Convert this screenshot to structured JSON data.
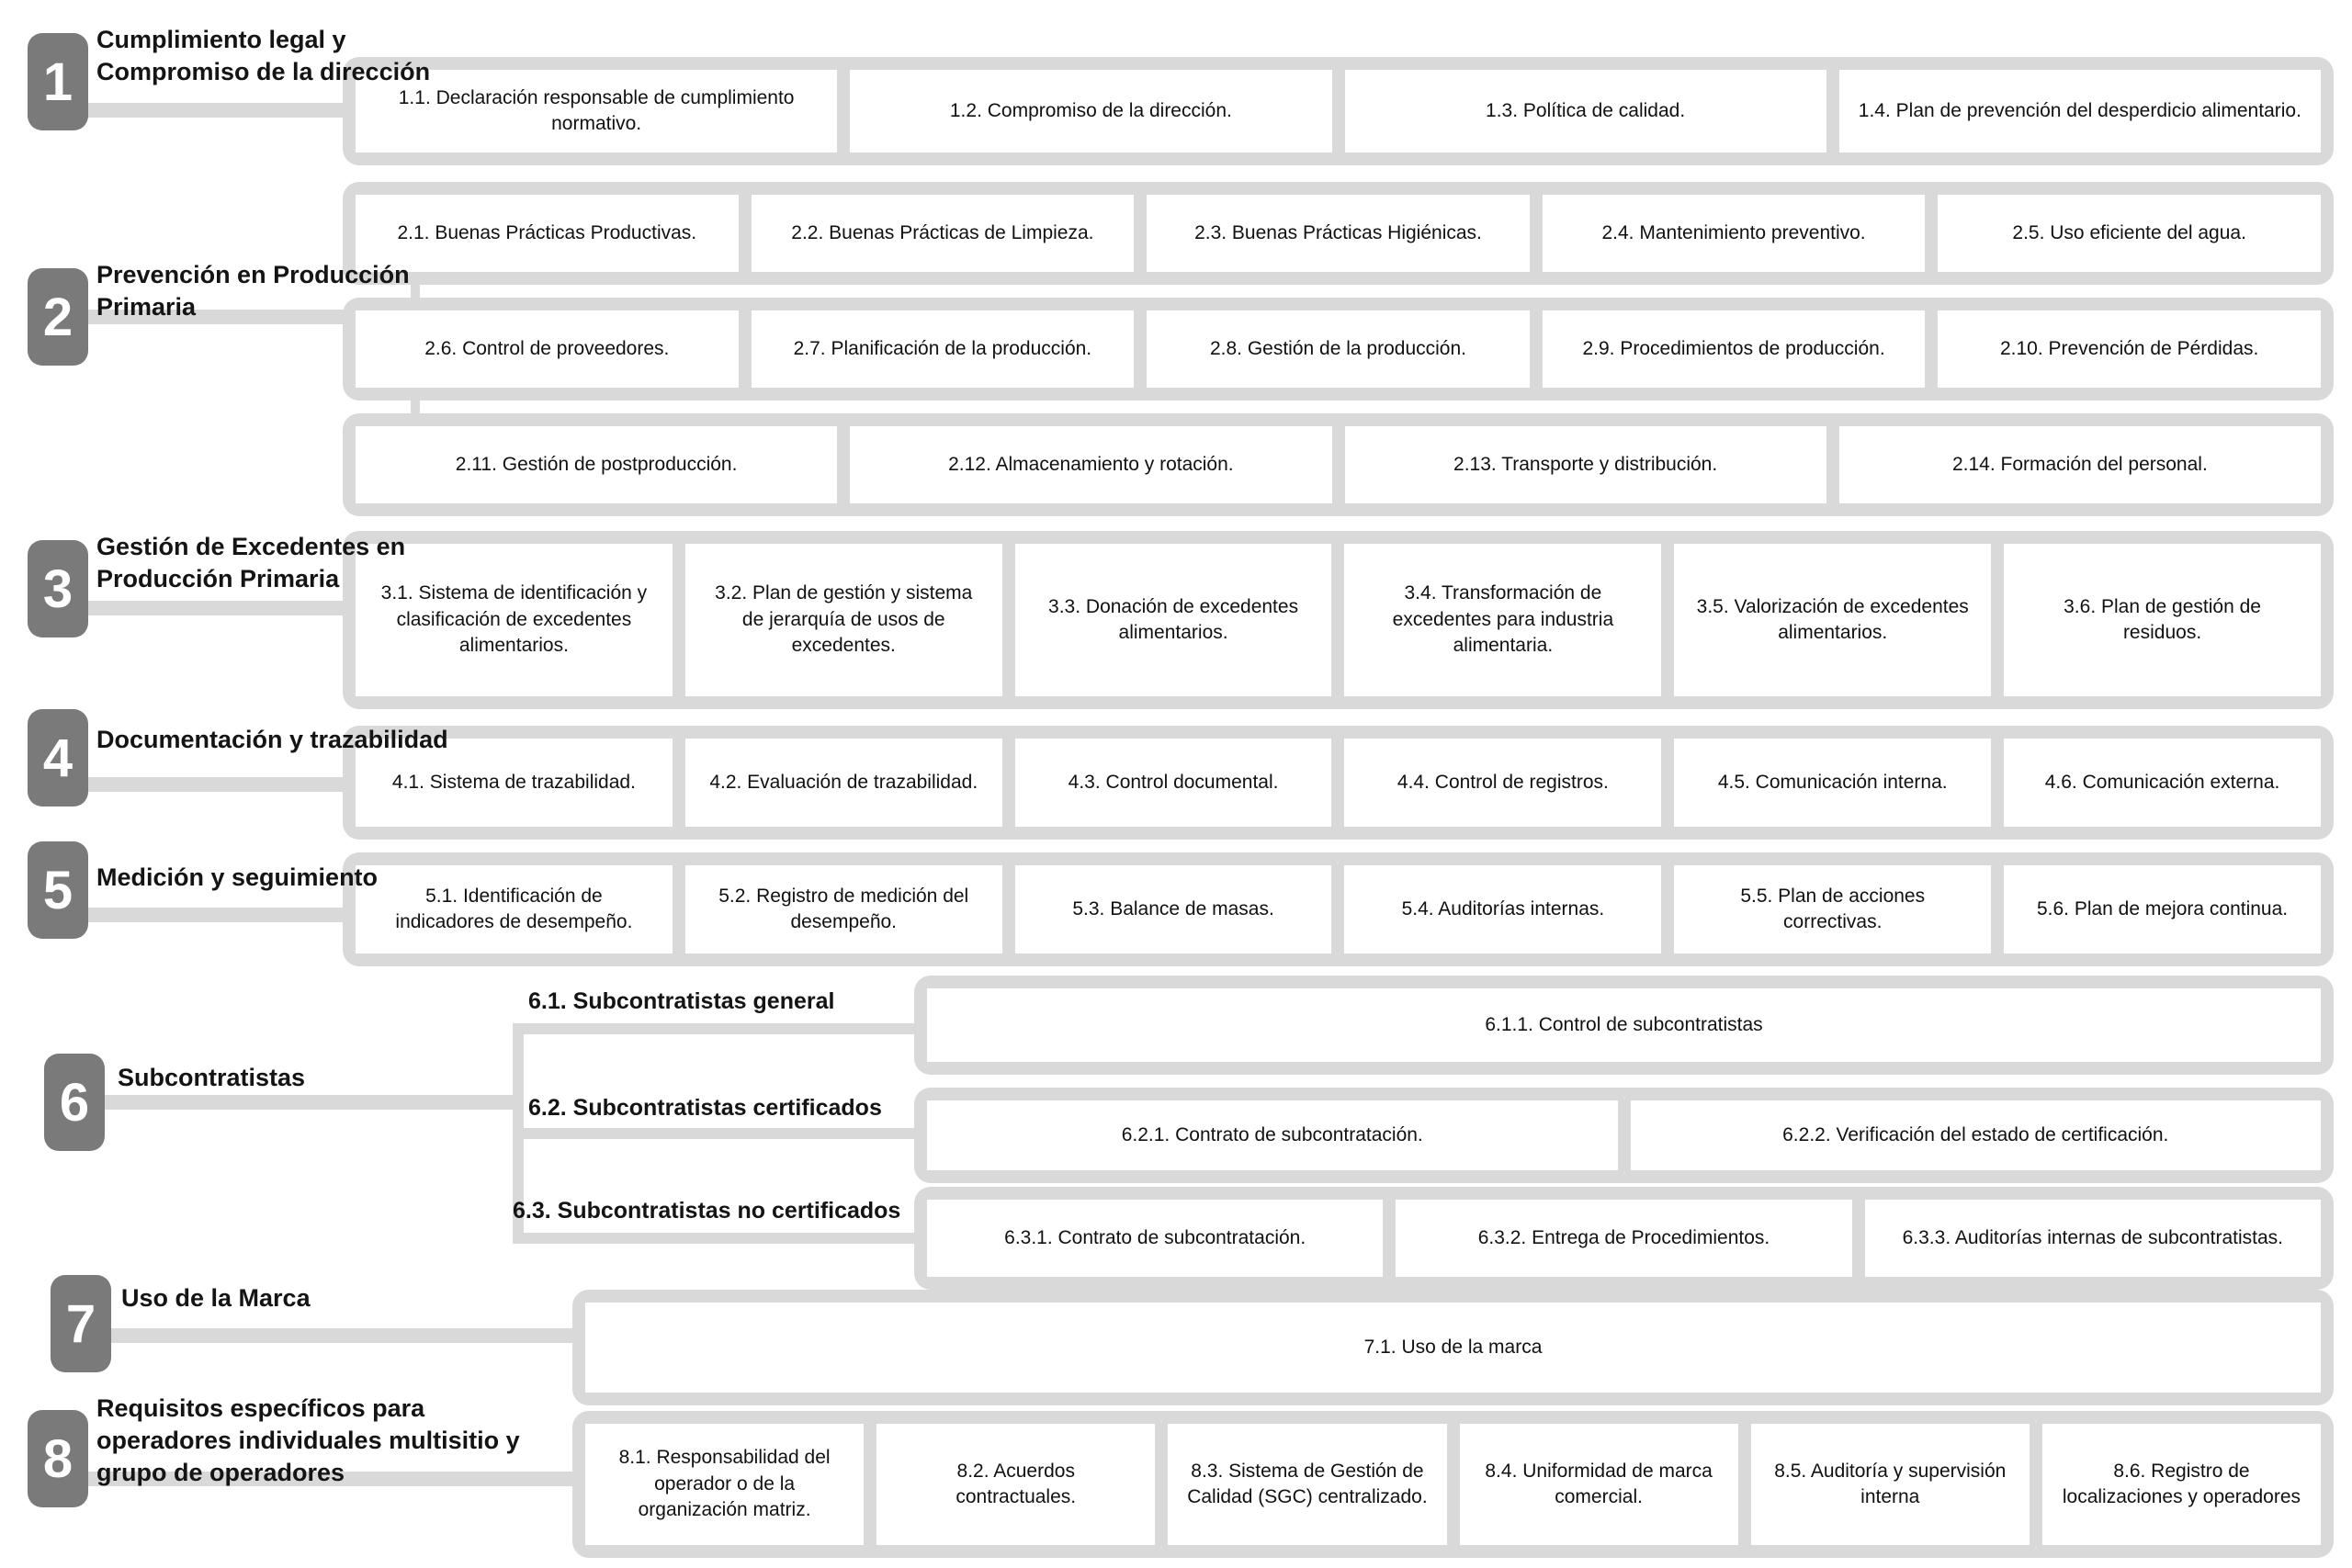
{
  "colors": {
    "badge": "#7a7a7a",
    "container": "#d9d9d9",
    "box": "#ffffff",
    "text": "#141414"
  },
  "sections": [
    {
      "number": "1",
      "title": "Cumplimiento legal y Compromiso de la dirección",
      "rows": [
        [
          "1.1. Declaración responsable de cumplimiento normativo.",
          "1.2. Compromiso de la dirección.",
          "1.3. Política de calidad.",
          "1.4. Plan de prevención del desperdicio alimentario."
        ]
      ]
    },
    {
      "number": "2",
      "title": "Prevención en Producción Primaria",
      "rows": [
        [
          "2.1. Buenas Prácticas Productivas.",
          "2.2. Buenas Prácticas de Limpieza.",
          "2.3. Buenas Prácticas Higiénicas.",
          "2.4. Mantenimiento preventivo.",
          "2.5. Uso eficiente del agua."
        ],
        [
          "2.6. Control de proveedores.",
          "2.7. Planificación de la producción.",
          "2.8. Gestión de la producción.",
          "2.9. Procedimientos de producción.",
          "2.10. Prevención de Pérdidas."
        ],
        [
          "2.11. Gestión de postproducción.",
          "2.12. Almacenamiento y rotación.",
          "2.13. Transporte y distribución.",
          "2.14. Formación del personal."
        ]
      ]
    },
    {
      "number": "3",
      "title": "Gestión de Excedentes en Producción Primaria",
      "rows": [
        [
          "3.1. Sistema de identificación y clasificación de excedentes alimentarios.",
          "3.2. Plan de gestión y sistema de jerarquía de usos de excedentes.",
          "3.3. Donación de excedentes alimentarios.",
          "3.4. Transformación de excedentes para industria alimentaria.",
          "3.5. Valorización de excedentes alimentarios.",
          "3.6. Plan de gestión de residuos."
        ]
      ]
    },
    {
      "number": "4",
      "title": "Documentación y trazabilidad",
      "rows": [
        [
          "4.1. Sistema de trazabilidad.",
          "4.2. Evaluación de trazabilidad.",
          "4.3. Control documental.",
          "4.4. Control de registros.",
          "4.5. Comunicación interna.",
          "4.6. Comunicación externa."
        ]
      ]
    },
    {
      "number": "5",
      "title": "Medición y seguimiento",
      "rows": [
        [
          "5.1. Identificación de indicadores de desempeño.",
          "5.2. Registro de medición del desempeño.",
          "5.3. Balance de masas.",
          "5.4. Auditorías internas.",
          "5.5. Plan de acciones correctivas.",
          "5.6. Plan de mejora continua."
        ]
      ]
    },
    {
      "number": "6",
      "title": "Subcontratistas",
      "subgroups": [
        {
          "label": "6.1. Subcontratistas general",
          "boxes": [
            "6.1.1. Control de subcontratistas"
          ]
        },
        {
          "label": "6.2. Subcontratistas certificados",
          "boxes": [
            "6.2.1. Contrato de subcontratación.",
            "6.2.2. Verificación del estado de certificación."
          ]
        },
        {
          "label": "6.3. Subcontratistas no certificados",
          "boxes": [
            "6.3.1. Contrato de subcontratación.",
            "6.3.2. Entrega de Procedimientos.",
            "6.3.3. Auditorías internas de subcontratistas."
          ]
        }
      ]
    },
    {
      "number": "7",
      "title": "Uso de la Marca",
      "rows": [
        [
          "7.1. Uso de la marca"
        ]
      ]
    },
    {
      "number": "8",
      "title": "Requisitos específicos para operadores individuales multisitio y grupo de operadores",
      "rows": [
        [
          "8.1. Responsabilidad del operador o de la organización matriz.",
          "8.2. Acuerdos contractuales.",
          "8.3. Sistema de Gestión de Calidad (SGC) centralizado.",
          "8.4. Uniformidad de marca comercial.",
          "8.5. Auditoría y supervisión interna",
          "8.6. Registro de localizaciones y operadores"
        ]
      ]
    }
  ]
}
